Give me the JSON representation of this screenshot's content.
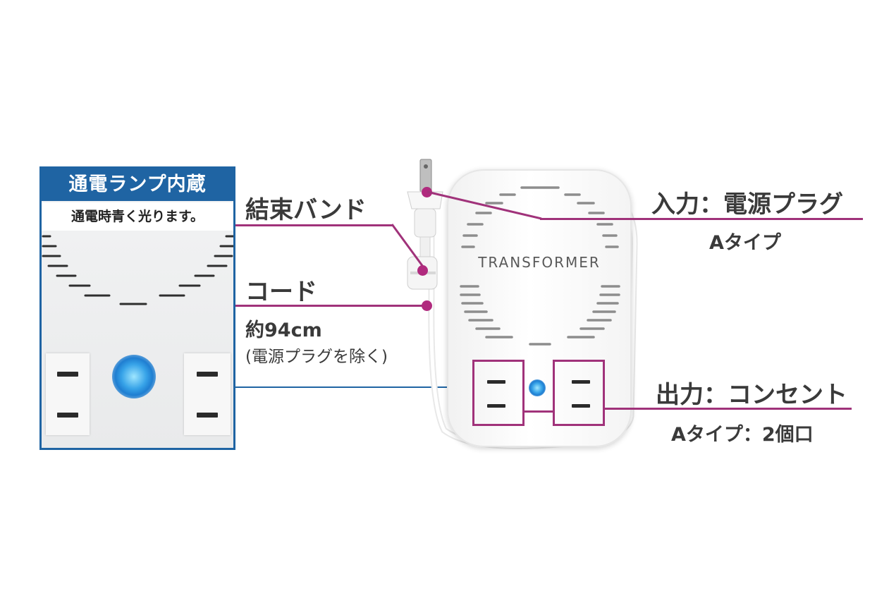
{
  "inset": {
    "title": "通電ランプ内蔵",
    "subtitle": "通電時青く光ります。"
  },
  "device": {
    "brand": "TRANSFORMER"
  },
  "callouts": {
    "band": {
      "title": "結束バンド"
    },
    "cord": {
      "title": "コード",
      "length": "約94cm",
      "note": "(電源プラグを除く)"
    },
    "input": {
      "title": "入力：電源プラグ",
      "type": "Aタイプ"
    },
    "output": {
      "title": "出力：コンセント",
      "type": "Aタイプ：2個口"
    }
  },
  "colors": {
    "accent_blue": "#1f64a3",
    "callout_magenta": "#a0327a",
    "lamp_blue": "#37a3e8"
  }
}
